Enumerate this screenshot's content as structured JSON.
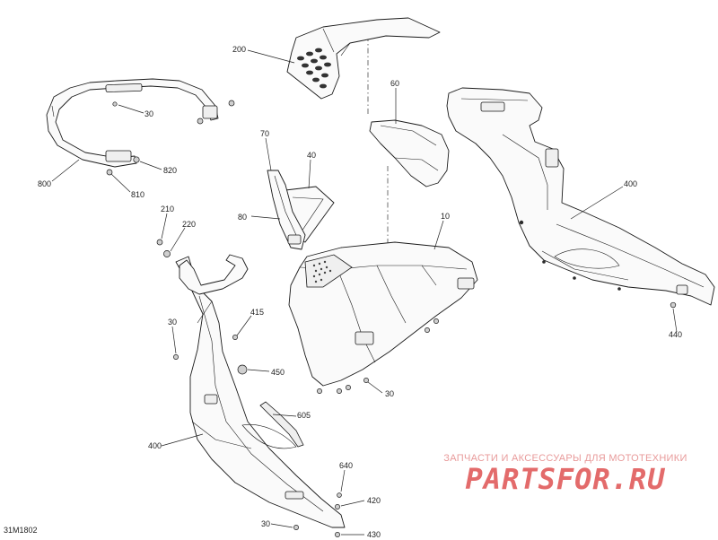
{
  "drawing_code": "31M1802",
  "watermark": {
    "top_text": "ЗАПЧАСТИ И АКСЕССУАРЫ ДЛЯ МОТОТЕХНИКИ",
    "logo_text": "PARTSFOR.RU"
  },
  "callouts": {
    "c200": "200",
    "c30_rail": "30",
    "c800": "800",
    "c820": "820",
    "c810": "810",
    "c70": "70",
    "c40": "40",
    "c80": "80",
    "c60": "60",
    "c400_right": "400",
    "c10": "10",
    "c210": "210",
    "c220": "220",
    "c30_left": "30",
    "c415": "415",
    "c450": "450",
    "c30_mid": "30",
    "c605": "605",
    "c400_left": "400",
    "c640": "640",
    "c420": "420",
    "c30_bottom": "30",
    "c430": "430",
    "c440": "440"
  }
}
